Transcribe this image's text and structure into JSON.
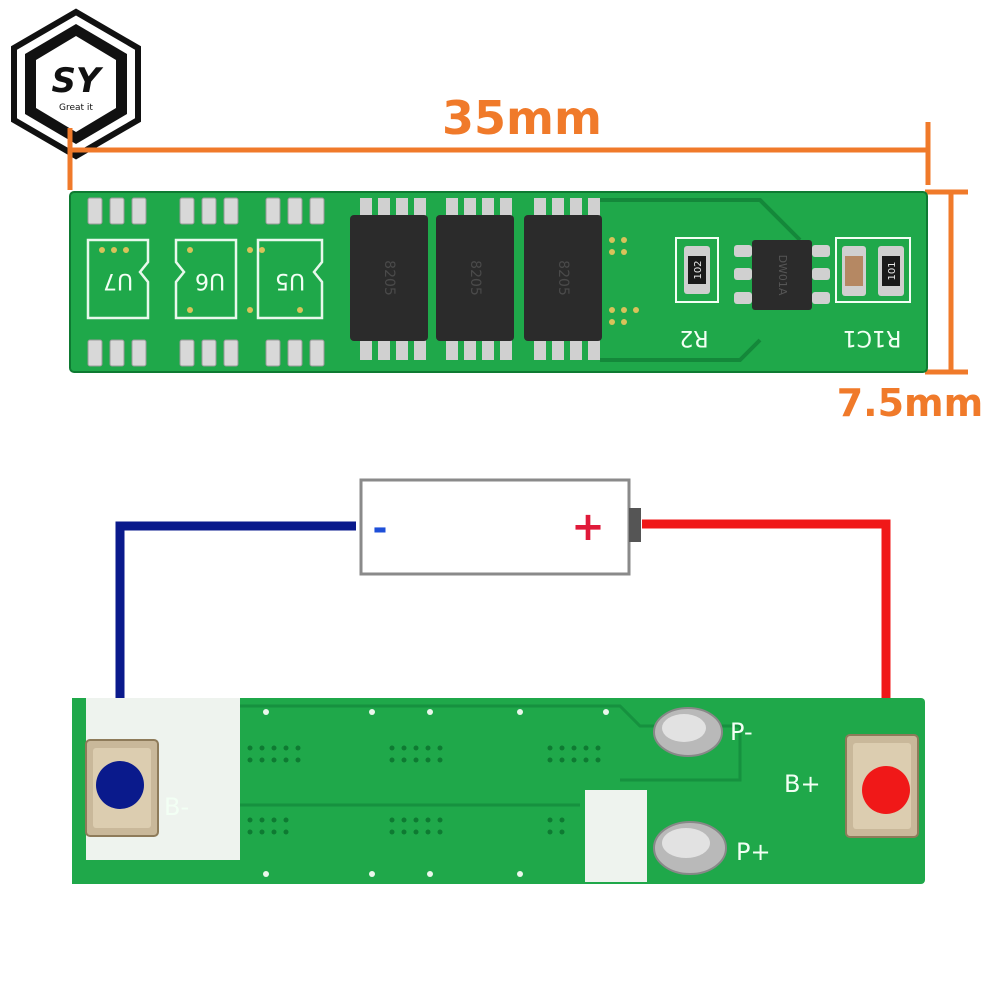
{
  "logo": {
    "monogram": "SY",
    "tagline": "Great it"
  },
  "dimensions": {
    "length": "35mm",
    "width": "7.5mm",
    "color": "#F07A2A"
  },
  "pcb_top": {
    "ic_labels": [
      "U7",
      "U6",
      "U5"
    ],
    "mosfet_markings": [
      "8205",
      "8205",
      "8205"
    ],
    "resistor_codes": [
      "102",
      "101"
    ],
    "designators": [
      "R2",
      "R1C1"
    ],
    "ic_marking": "DW01A",
    "color": "#1FA84A"
  },
  "battery": {
    "negative": "-",
    "positive": "+"
  },
  "pcb_bottom": {
    "labels": {
      "p_minus": "P-",
      "p_plus": "P+",
      "b_plus": "B+",
      "b_minus": "B-"
    },
    "color": "#1FA84A"
  },
  "wires": {
    "negative_color": "#0A1A8C",
    "positive_color": "#F01818"
  }
}
